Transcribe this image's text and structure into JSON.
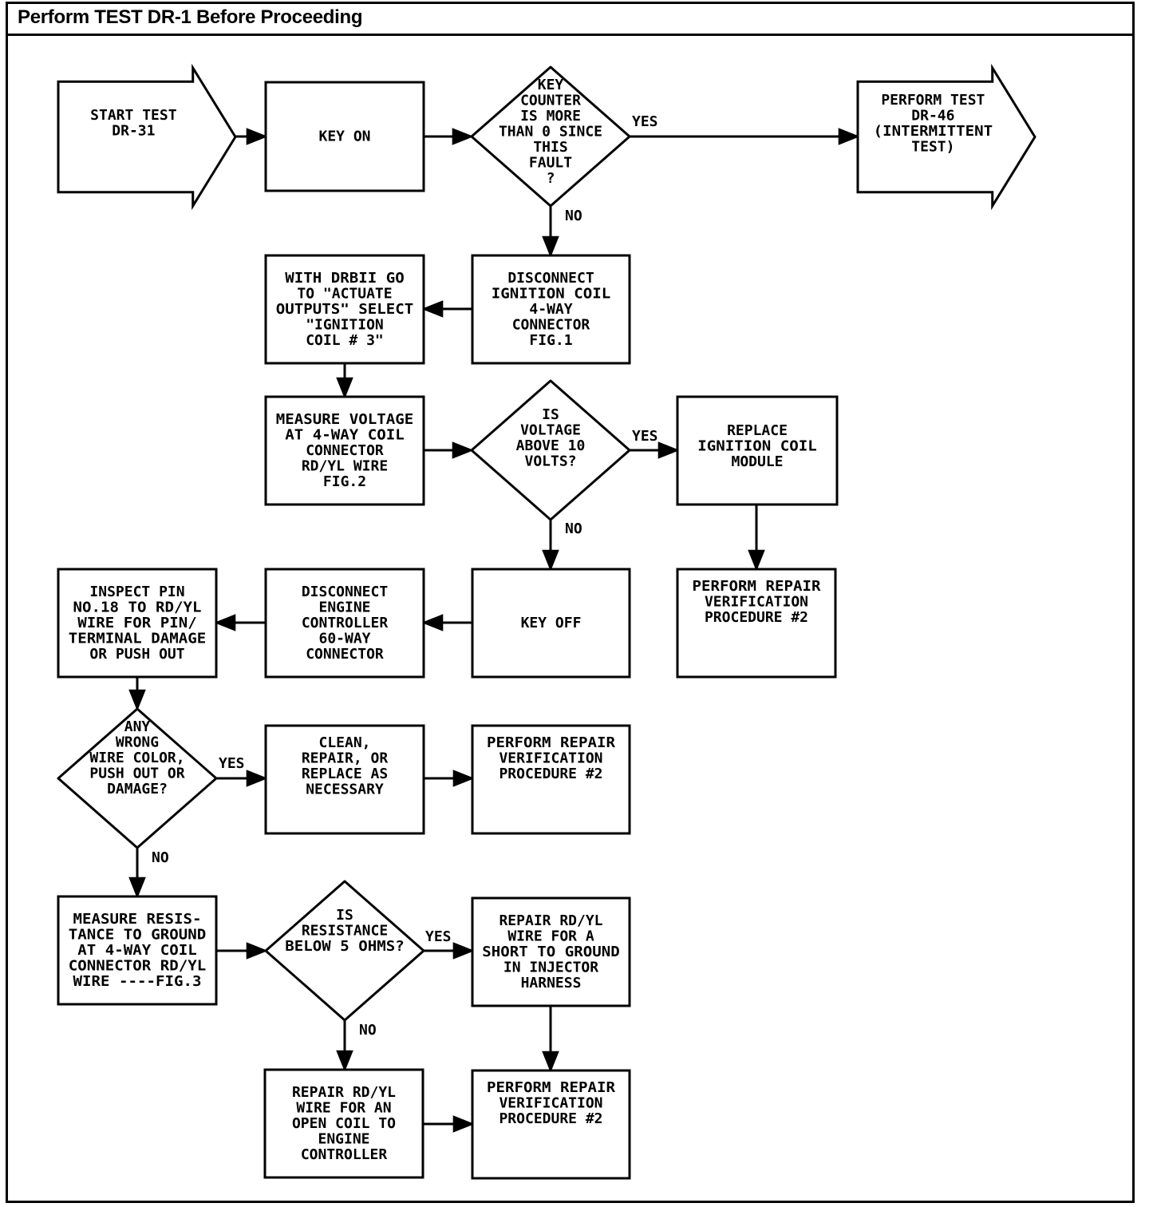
{
  "title": "Perform TEST DR-1 Before Proceeding",
  "nodes": {
    "start": {
      "type": "terminal",
      "lines": [
        "START TEST",
        "DR-31"
      ]
    },
    "key_on": {
      "type": "process",
      "lines": [
        "KEY ON"
      ]
    },
    "dec_key_counter": {
      "type": "decision",
      "lines": [
        "KEY",
        "COUNTER",
        "IS MORE",
        "THAN 0 SINCE",
        "THIS",
        "FAULT",
        "?"
      ]
    },
    "dr46": {
      "type": "terminal",
      "lines": [
        "PERFORM TEST",
        "DR-46",
        "(INTERMITTENT",
        "TEST)"
      ]
    },
    "disconnect_coil": {
      "type": "process",
      "lines": [
        "DISCONNECT",
        "IGNITION COIL",
        "4-WAY",
        "CONNECTOR",
        "FIG.1"
      ]
    },
    "drbii": {
      "type": "process",
      "lines": [
        "WITH DRBII GO",
        "TO \"ACTUATE",
        "OUTPUTS\" SELECT",
        "\"IGNITION",
        "COIL # 3\""
      ]
    },
    "measure_voltage": {
      "type": "process",
      "lines": [
        "MEASURE VOLTAGE",
        "AT 4-WAY COIL",
        "CONNECTOR",
        "RD/YL WIRE",
        "FIG.2"
      ]
    },
    "dec_voltage": {
      "type": "decision",
      "lines": [
        "IS",
        "VOLTAGE",
        "ABOVE 10",
        "VOLTS?"
      ]
    },
    "replace_coil": {
      "type": "process",
      "lines": [
        "REPLACE",
        "IGNITION COIL",
        "MODULE"
      ]
    },
    "verify_1": {
      "type": "process",
      "lines": [
        "PERFORM REPAIR",
        "VERIFICATION",
        "PROCEDURE #2"
      ]
    },
    "key_off": {
      "type": "process",
      "lines": [
        "KEY OFF"
      ]
    },
    "disconnect_ecm": {
      "type": "process",
      "lines": [
        "DISCONNECT",
        "ENGINE",
        "CONTROLLER",
        "60-WAY",
        "CONNECTOR"
      ]
    },
    "inspect_pin": {
      "type": "process",
      "lines": [
        "INSPECT PIN",
        "NO.18 TO RD/YL",
        "WIRE FOR PIN/",
        "TERMINAL DAMAGE",
        "OR PUSH OUT"
      ]
    },
    "dec_wire": {
      "type": "decision",
      "lines": [
        "ANY",
        "WRONG",
        "WIRE COLOR,",
        "PUSH OUT OR",
        "DAMAGE?"
      ]
    },
    "clean_repair": {
      "type": "process",
      "lines": [
        "CLEAN,",
        "REPAIR, OR",
        "REPLACE AS",
        "NECESSARY"
      ]
    },
    "verify_2": {
      "type": "process",
      "lines": [
        "PERFORM REPAIR",
        "VERIFICATION",
        "PROCEDURE #2"
      ]
    },
    "measure_resistance": {
      "type": "process",
      "lines": [
        "MEASURE RESIS-",
        "TANCE TO GROUND",
        "AT 4-WAY COIL",
        "CONNECTOR RD/YL",
        "WIRE ----FIG.3"
      ]
    },
    "dec_resistance": {
      "type": "decision",
      "lines": [
        "IS",
        "RESISTANCE",
        "BELOW 5 OHMS?"
      ]
    },
    "repair_short": {
      "type": "process",
      "lines": [
        "REPAIR RD/YL",
        "WIRE FOR A",
        "SHORT TO GROUND",
        "IN INJECTOR",
        "HARNESS"
      ]
    },
    "repair_open": {
      "type": "process",
      "lines": [
        "REPAIR RD/YL",
        "WIRE FOR AN",
        "OPEN COIL TO",
        "ENGINE",
        "CONTROLLER"
      ]
    },
    "verify_3": {
      "type": "process",
      "lines": [
        "PERFORM REPAIR",
        "VERIFICATION",
        "PROCEDURE #2"
      ]
    }
  },
  "edges": [
    {
      "from": "start",
      "to": "key_on",
      "label": ""
    },
    {
      "from": "key_on",
      "to": "dec_key_counter",
      "label": ""
    },
    {
      "from": "dec_key_counter",
      "to": "dr46",
      "label": "YES"
    },
    {
      "from": "dec_key_counter",
      "to": "disconnect_coil",
      "label": "NO"
    },
    {
      "from": "disconnect_coil",
      "to": "drbii",
      "label": ""
    },
    {
      "from": "drbii",
      "to": "measure_voltage",
      "label": ""
    },
    {
      "from": "measure_voltage",
      "to": "dec_voltage",
      "label": ""
    },
    {
      "from": "dec_voltage",
      "to": "replace_coil",
      "label": "YES"
    },
    {
      "from": "replace_coil",
      "to": "verify_1",
      "label": ""
    },
    {
      "from": "dec_voltage",
      "to": "key_off",
      "label": "NO"
    },
    {
      "from": "key_off",
      "to": "disconnect_ecm",
      "label": ""
    },
    {
      "from": "disconnect_ecm",
      "to": "inspect_pin",
      "label": ""
    },
    {
      "from": "inspect_pin",
      "to": "dec_wire",
      "label": ""
    },
    {
      "from": "dec_wire",
      "to": "clean_repair",
      "label": "YES"
    },
    {
      "from": "clean_repair",
      "to": "verify_2",
      "label": ""
    },
    {
      "from": "dec_wire",
      "to": "measure_resistance",
      "label": "NO"
    },
    {
      "from": "measure_resistance",
      "to": "dec_resistance",
      "label": ""
    },
    {
      "from": "dec_resistance",
      "to": "repair_short",
      "label": "YES"
    },
    {
      "from": "repair_short",
      "to": "verify_3",
      "label": ""
    },
    {
      "from": "dec_resistance",
      "to": "repair_open",
      "label": "NO"
    },
    {
      "from": "repair_open",
      "to": "verify_3",
      "label": ""
    }
  ]
}
